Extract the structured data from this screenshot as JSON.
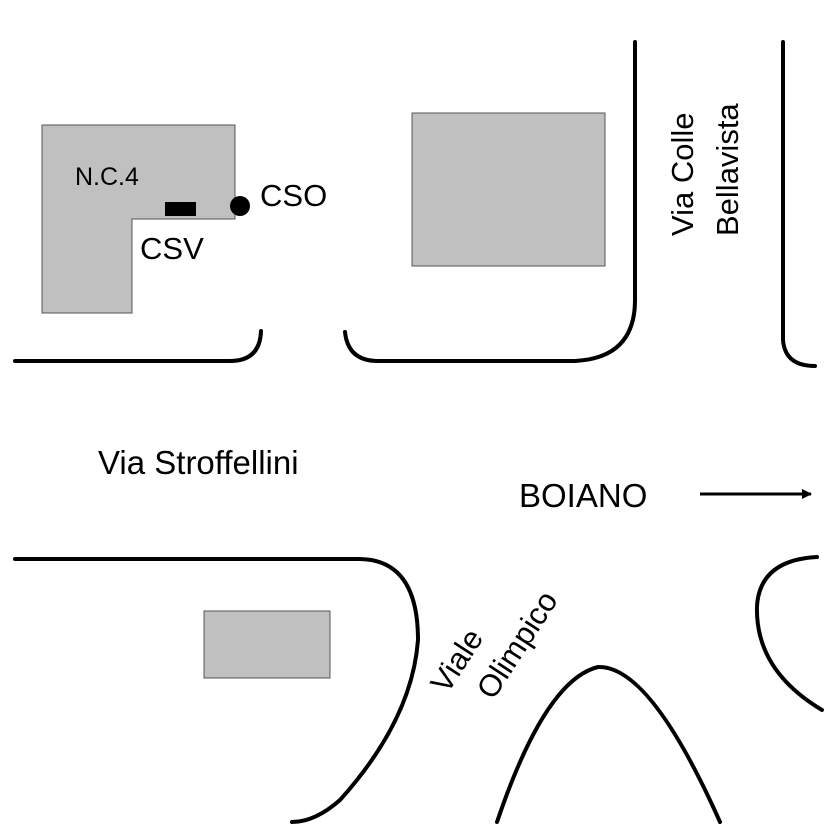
{
  "map": {
    "colors": {
      "building_fill": "#c0c0c0",
      "building_stroke": "#555555",
      "road_stroke": "#000000",
      "background": "#ffffff"
    },
    "labels": {
      "building_name": "N.C.4",
      "cso": "CSO",
      "csv": "CSV",
      "via_colle": "Via Colle",
      "bellavista": "Bellavista",
      "via_stroffellini": "Via Stroffellini",
      "boiano": "BOIANO",
      "viale": "Viale",
      "olimpico": "Olimpico"
    },
    "icons": {
      "direction_arrow": "arrow-right-icon",
      "cso_marker": "filled-circle-icon",
      "csv_marker": "filled-rectangle-icon"
    }
  }
}
